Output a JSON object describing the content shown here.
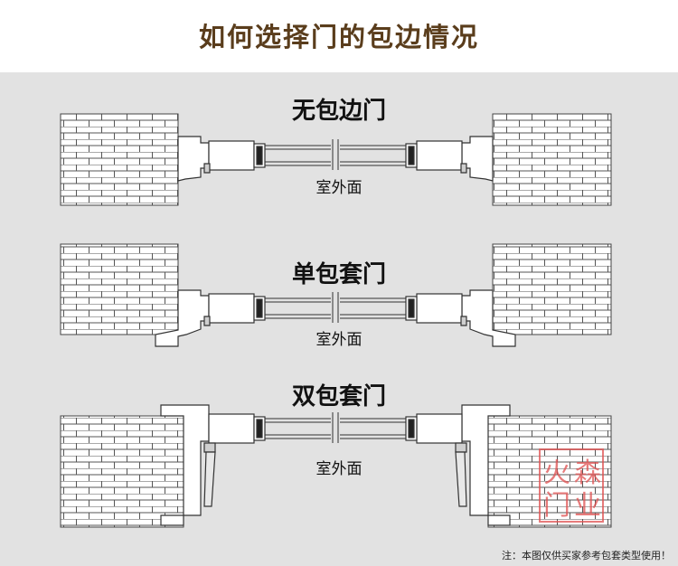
{
  "header": {
    "title": "如何选择门的包边情况"
  },
  "sections": [
    {
      "title": "无包边门",
      "exterior_label": "室外面"
    },
    {
      "title": "单包套门",
      "exterior_label": "室外面"
    },
    {
      "title": "双包套门",
      "exterior_label": "室外面"
    }
  ],
  "watermark": {
    "text": "火森门业"
  },
  "footnote": "注：本图仅供买家参考包套类型使用！",
  "colors": {
    "header_title": "#5a3d1c",
    "background": "#e2e2e2",
    "brick_line": "#555555",
    "watermark": "#e05050"
  }
}
